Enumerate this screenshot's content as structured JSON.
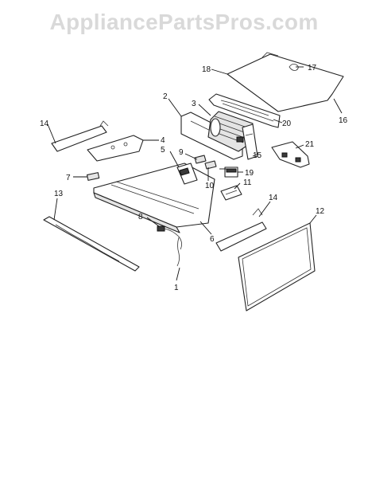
{
  "watermark": "AppliancePartsPros.com",
  "callouts": {
    "c1": "1",
    "c2": "2",
    "c3": "3",
    "c4": "4",
    "c5": "5",
    "c6": "6",
    "c7": "7",
    "c8": "8",
    "c9": "9",
    "c10": "10",
    "c11": "11",
    "c12": "12",
    "c13": "13",
    "c14a": "14",
    "c14b": "14",
    "c15": "15",
    "c16": "16",
    "c17": "17",
    "c18": "18",
    "c19": "19",
    "c20": "20",
    "c21": "21"
  }
}
